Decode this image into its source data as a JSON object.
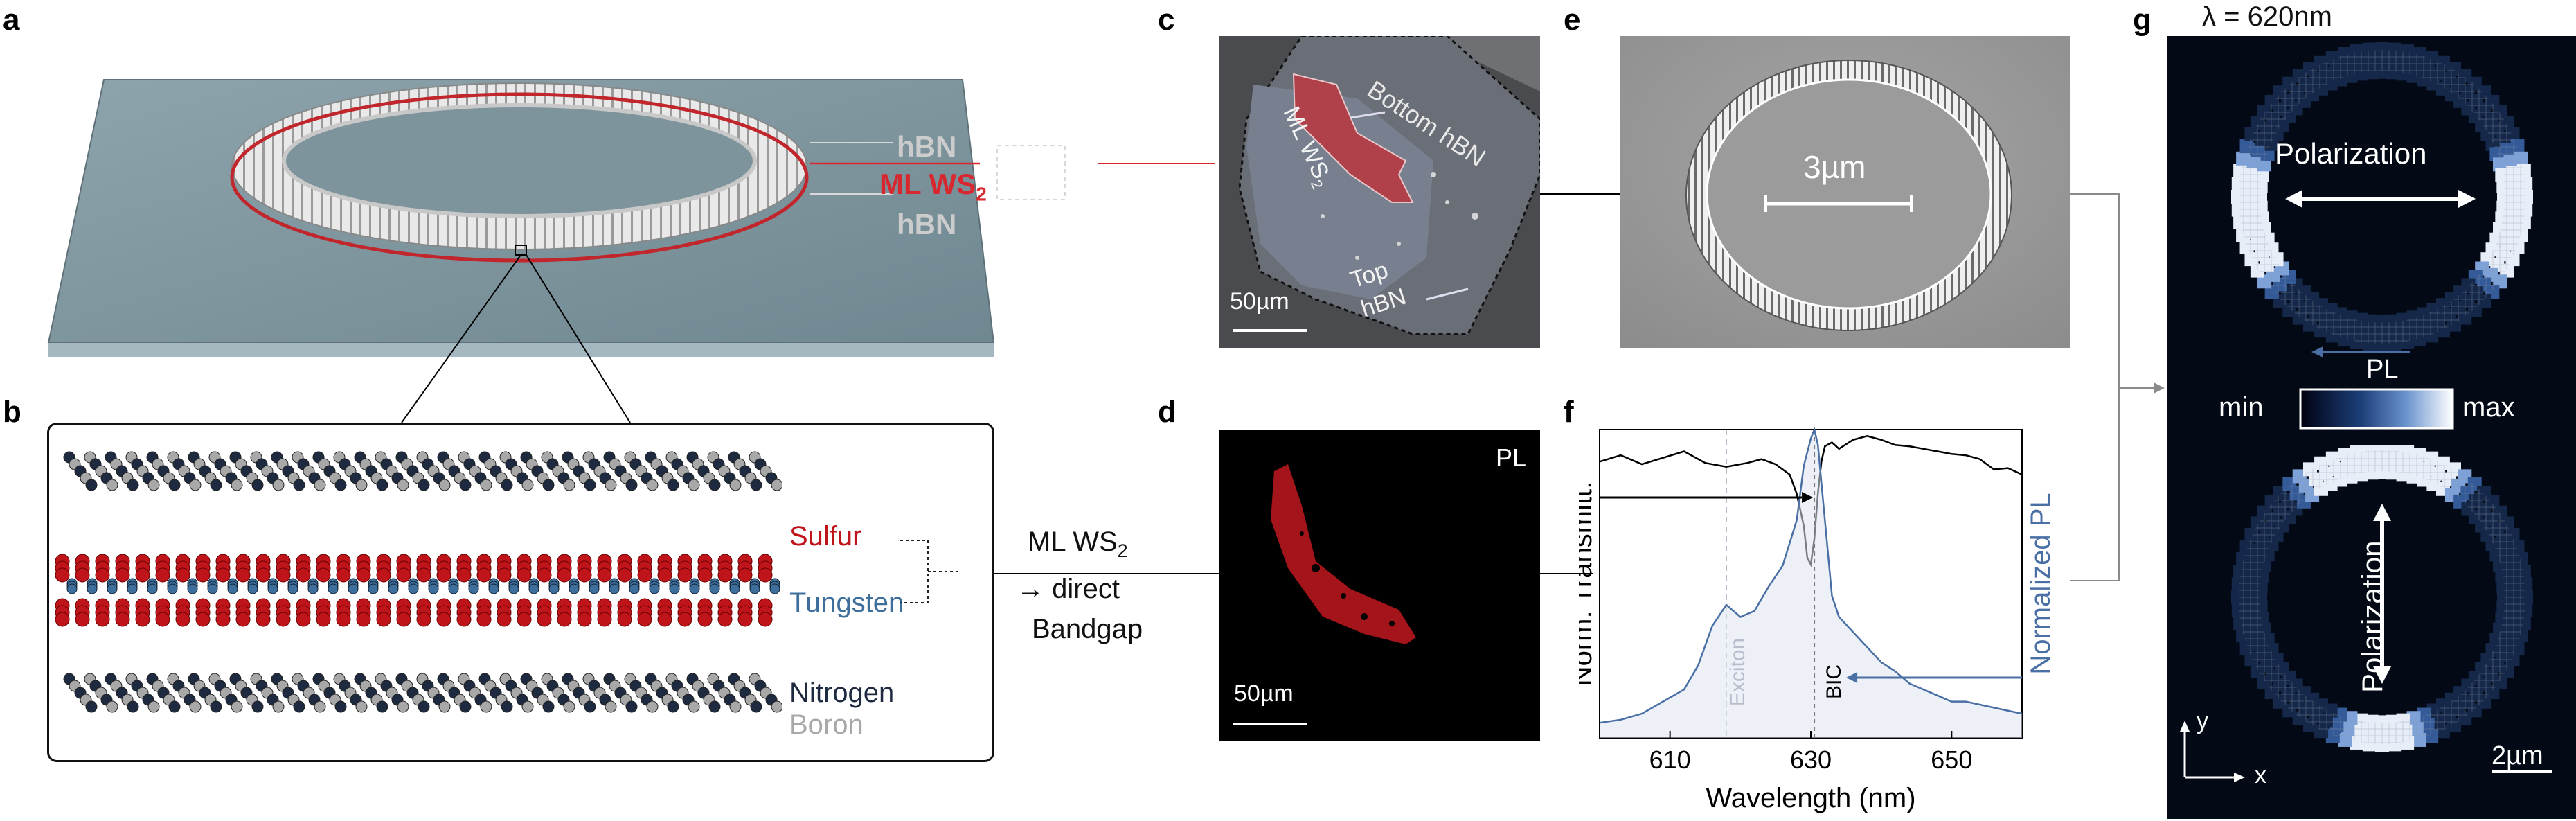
{
  "panels": {
    "a": "a",
    "b": "b",
    "c": "c",
    "d": "d",
    "e": "e",
    "f": "f",
    "g": "g"
  },
  "panel_a": {
    "layer_top": "hBN",
    "layer_mid_main": "ML WS",
    "layer_mid_sub": "2",
    "layer_bottom": "hBN",
    "colors": {
      "ws2": "#d6282e",
      "hbn_label": "#c8c8c8",
      "substrate": "#8fa6ae"
    }
  },
  "panel_b": {
    "sulfur": "Sulfur",
    "tungsten": "Tungsten",
    "nitrogen": "Nitrogen",
    "boron": "Boron",
    "colors": {
      "sulfur": "#c0141b",
      "tungsten": "#3e6f9c",
      "nitrogen": "#1e2a40",
      "boron": "#a8a8a8"
    }
  },
  "bandgap_note": {
    "line1": "ML WS",
    "line1_sub": "2",
    "line2": "→ direct",
    "line3": "Bandgap"
  },
  "panel_c": {
    "label_bottom_hbn": "Bottom hBN",
    "label_ml_ws2": "ML WS",
    "label_ml_ws2_sub": "2",
    "label_top": "Top",
    "label_top_hbn": "hBN",
    "scalebar": "50µm"
  },
  "panel_d": {
    "label": "PL",
    "scalebar": "50µm"
  },
  "panel_e": {
    "scalebar": "3µm"
  },
  "panel_f": {
    "ylabel_left": "Norm. Transmitt.",
    "ylabel_right": "Normalized PL",
    "xlabel": "Wavelength (nm)",
    "exciton_label": "Exciton",
    "bic_label": "BIC"
  },
  "panel_g": {
    "title": "λ = 620nm",
    "polarization_top": "Polarization",
    "polarization_bottom": "Polarization",
    "pl_label": "PL",
    "cbar_min": "min",
    "cbar_max": "max",
    "axis_y": "y",
    "axis_x": "x",
    "scalebar": "2µm"
  },
  "chart_data": {
    "type": "line",
    "xlabel": "Wavelength (nm)",
    "ylabel": "Norm. Transmitt.",
    "ylabel_right": "Normalized PL",
    "xlim": [
      600,
      660
    ],
    "x_ticks": [
      610,
      630,
      650
    ],
    "exciton_wavelength": 618,
    "bic_wavelength": 630.5,
    "series": [
      {
        "color": "#000000",
        "x": [
          600,
          603,
          606,
          609,
          612,
          615,
          618,
          621,
          623,
          625,
          627,
          628,
          629,
          629.5,
          630,
          630.5,
          631,
          631.5,
          632,
          633,
          634,
          636,
          638,
          640,
          642,
          644,
          646,
          648,
          650,
          652,
          654,
          656,
          658,
          660
        ],
        "y": [
          0.8,
          0.85,
          0.78,
          0.83,
          0.88,
          0.79,
          0.76,
          0.79,
          0.82,
          0.78,
          0.7,
          0.55,
          0.3,
          0.05,
          0.0,
          0.2,
          0.55,
          0.8,
          0.92,
          0.95,
          0.9,
          0.97,
          1.0,
          0.97,
          0.93,
          0.92,
          0.9,
          0.88,
          0.86,
          0.85,
          0.82,
          0.74,
          0.75,
          0.7
        ]
      },
      {
        "color": "#4a6fa5",
        "x": [
          600,
          603,
          606,
          609,
          612,
          614,
          616,
          618,
          620,
          622,
          624,
          626,
          628,
          629,
          630,
          630.5,
          631,
          632,
          633,
          634,
          636,
          638,
          640,
          642,
          644,
          646,
          648,
          650,
          652,
          654,
          656,
          658,
          660
        ],
        "y": [
          0.03,
          0.04,
          0.06,
          0.1,
          0.14,
          0.22,
          0.35,
          0.42,
          0.38,
          0.4,
          0.48,
          0.55,
          0.7,
          0.88,
          0.97,
          1.0,
          0.95,
          0.7,
          0.45,
          0.38,
          0.33,
          0.28,
          0.23,
          0.2,
          0.16,
          0.14,
          0.12,
          0.1,
          0.1,
          0.09,
          0.08,
          0.07,
          0.06
        ]
      }
    ]
  }
}
